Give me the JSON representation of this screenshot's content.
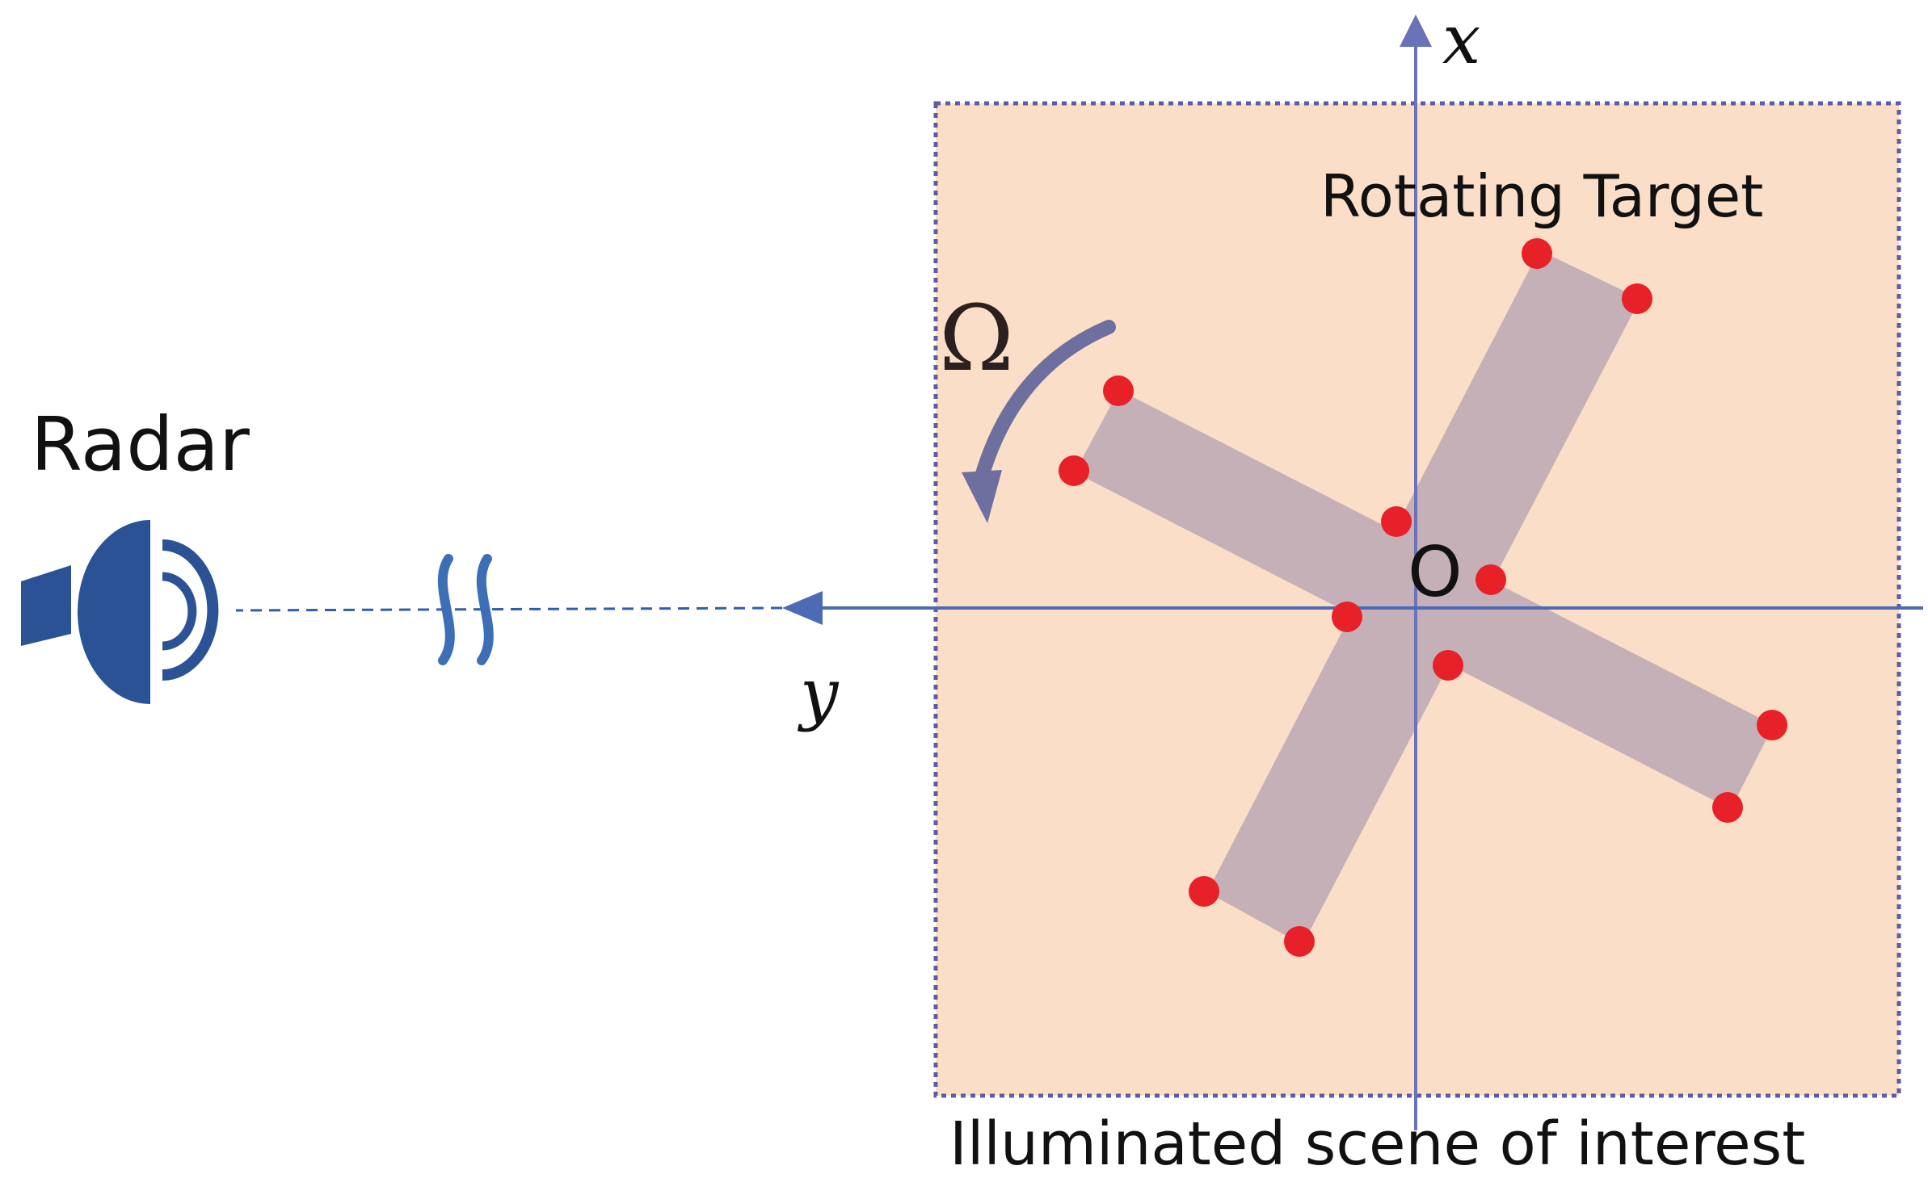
{
  "labels": {
    "radar": "Radar",
    "rotating_target": "Rotating Target",
    "axis_x": "x",
    "axis_y": "y",
    "origin": "O",
    "omega": "Ω",
    "scene": "Illuminated scene of interest"
  },
  "colors": {
    "scene_fill": "#fbdec7",
    "scene_border": "#5b5ea6",
    "axis": "#6a72b8",
    "radar": "#2a5294",
    "beam": "#2e5fae",
    "blade": "#c4b0b6",
    "scatterer": "#e82027",
    "rotation_arrow": "#6d6f9e"
  },
  "icons": {
    "radar": "radar-horn-icon",
    "range_break": "range-break-icon",
    "rotation": "curved-arrow-icon"
  }
}
